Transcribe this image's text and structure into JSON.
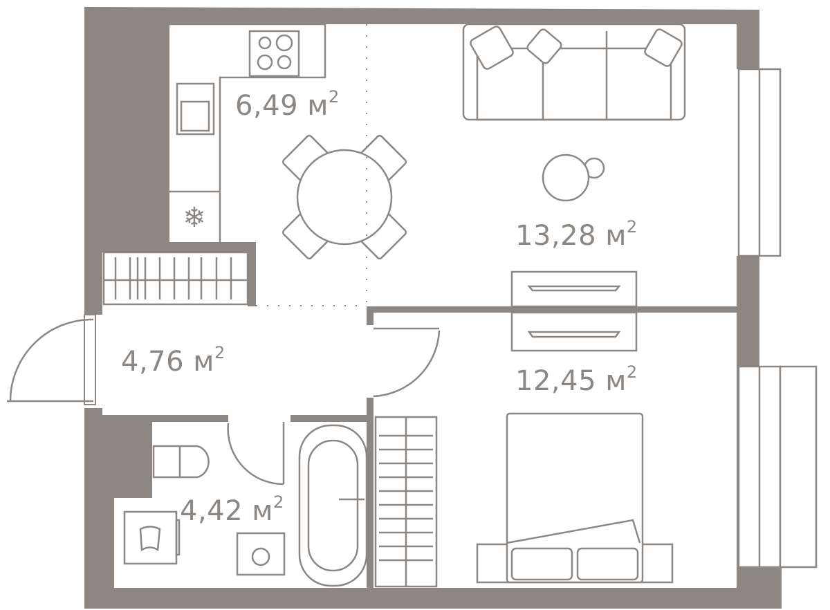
{
  "plan": {
    "wall_color": "#8c8783",
    "unit": "м",
    "unit_power": "2",
    "rooms": [
      {
        "name": "kitchen",
        "area": "6,49"
      },
      {
        "name": "living-room",
        "area": "13,28"
      },
      {
        "name": "hallway",
        "area": "4,76"
      },
      {
        "name": "bedroom",
        "area": "12,45"
      },
      {
        "name": "bathroom",
        "area": "4,42"
      }
    ]
  }
}
